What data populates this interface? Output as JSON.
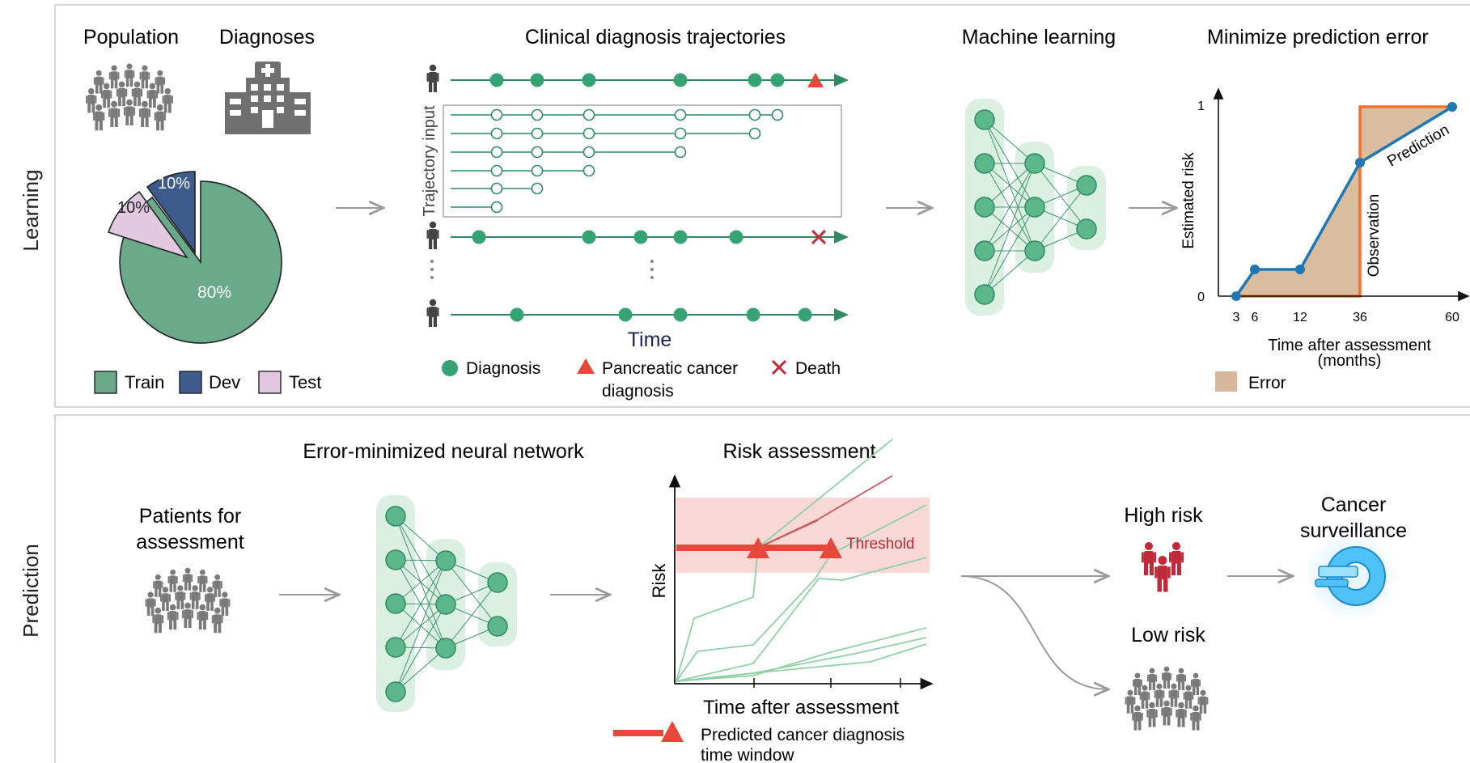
{
  "learning": {
    "section_label": "Learning",
    "population_title": "Population",
    "diagnoses_title": "Diagnoses",
    "trajectories_title": "Clinical diagnosis trajectories",
    "ml_title": "Machine learning",
    "minimize_title": "Minimize prediction error",
    "trajectory_input_label": "Trajectory input",
    "time_label": "Time",
    "pie": {
      "slices": [
        {
          "label": "80%",
          "value": 80,
          "color": "#6aaa8b"
        },
        {
          "label": "10%",
          "value": 10,
          "color": "#3c5a8c"
        },
        {
          "label": "10%",
          "value": 10,
          "color": "#e3c9e0"
        }
      ],
      "legend": [
        {
          "label": "Train",
          "color": "#6aaa8b"
        },
        {
          "label": "Dev",
          "color": "#3c5a8c"
        },
        {
          "label": "Test",
          "color": "#e3c9e0"
        }
      ]
    },
    "traj_legend": {
      "diagnosis": "Diagnosis",
      "pancreatic_line1": "Pancreatic cancer",
      "pancreatic_line2": "diagnosis",
      "death": "Death"
    },
    "error_chart": {
      "ylabel": "Estimated risk",
      "xlabel_line1": "Time after assessment",
      "xlabel_line2": "(months)",
      "y_ticks": [
        "0",
        "1"
      ],
      "x_ticks": [
        "3",
        "6",
        "12",
        "36",
        "60"
      ],
      "prediction_label": "Prediction",
      "observation_label": "Observation",
      "legend_error": "Error"
    }
  },
  "prediction": {
    "section_label": "Prediction",
    "patients_line1": "Patients for",
    "patients_line2": "assessment",
    "nn_title": "Error-minimized neural network",
    "risk_title": "Risk assessment",
    "risk_ylabel": "Risk",
    "risk_xlabel": "Time after assessment",
    "threshold_label": "Threshold",
    "window_line1": "Predicted cancer diagnosis",
    "window_line2": "time window",
    "high_risk": "High risk",
    "low_risk": "Low risk",
    "surveillance_line1": "Cancer",
    "surveillance_line2": "surveillance"
  },
  "colors": {
    "green": "#2e8b63",
    "green_light": "#dcefe3",
    "red": "#e8473c",
    "dark_red": "#c0293a",
    "orange": "#f07030",
    "blue": "#1f77b4",
    "tan": "#d8b89a",
    "gray": "#9a9a9a"
  },
  "icons": [
    "person-icon",
    "hospital-icon",
    "crowd-icon",
    "scanner-icon"
  ]
}
